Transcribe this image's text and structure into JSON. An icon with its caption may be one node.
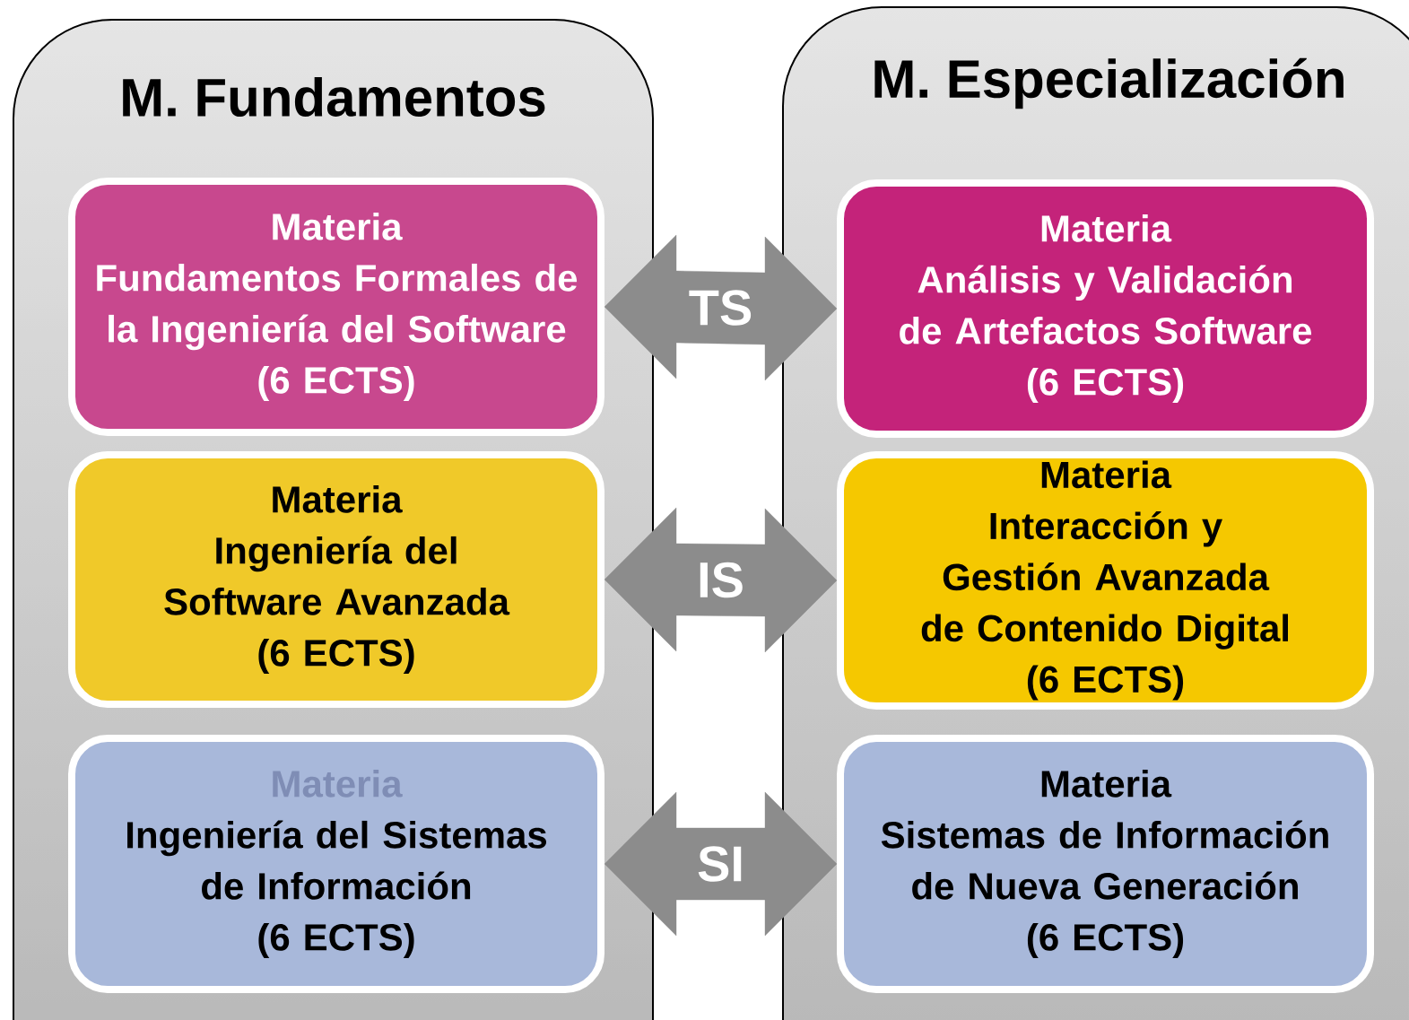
{
  "diagram": {
    "nodes": [
      {
        "text": [
          "M. Fundamentos"
        ]
      },
      {
        "text": [
          "Materia",
          "Fundamentos Formales de la Ingeniería del Software",
          "(6 ECTS)"
        ],
        "in": 0
      },
      {
        "text": [
          "Materia",
          "Ingeniería del Software Avanzada",
          "(6 ECTS)"
        ],
        "in": 0
      },
      {
        "text": [
          "Materia",
          "Ingeniería del Sistemas de Información",
          "(6 ECTS)"
        ],
        "in": 0
      },
      {
        "text": [
          "M. Especialización"
        ]
      },
      {
        "text": [
          "Materia",
          "Análisis y Validación de Artefactos Software",
          "(6 ECTS)"
        ],
        "in": 4
      },
      {
        "text": [
          "Materia",
          "Interacción y Gestión Avanzada de Contenido Digital",
          "(6 ECTS)"
        ],
        "in": 4
      },
      {
        "text": [
          "Materia",
          "Sistemas de Información de Nueva Generación",
          "(6 ECTS)"
        ],
        "in": 4
      }
    ],
    "edges": [
      {
        "from": 1,
        "to": 5,
        "arrow": "both",
        "label": "TS"
      },
      {
        "from": 2,
        "to": 6,
        "arrow": "both",
        "label": "IS"
      },
      {
        "from": 3,
        "to": 7,
        "arrow": "both",
        "label": "SI"
      }
    ]
  }
}
